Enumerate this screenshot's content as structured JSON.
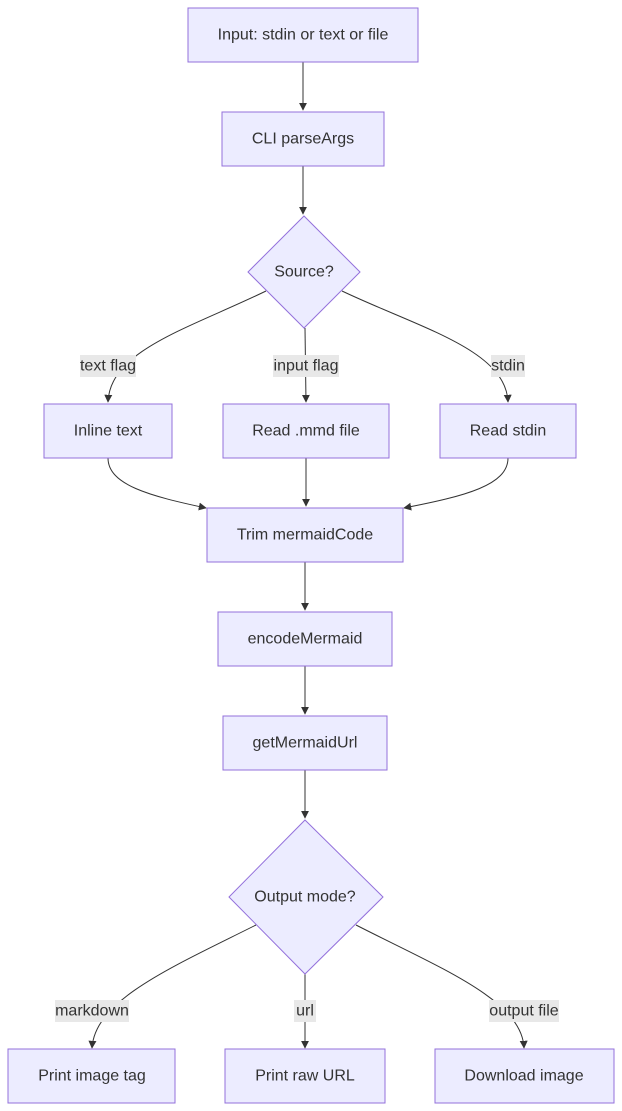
{
  "diagram": {
    "nodes": {
      "input": "Input: stdin or text or file",
      "cli": "CLI parseArgs",
      "source": "Source?",
      "inline": "Inline text",
      "readmmd": "Read .mmd file",
      "readstdin": "Read stdin",
      "trim": "Trim mermaidCode",
      "encode": "encodeMermaid",
      "geturl": "getMermaidUrl",
      "output": "Output mode?",
      "printtag": "Print image tag",
      "printurl": "Print raw URL",
      "download": "Download image"
    },
    "edge_labels": {
      "text_flag": "text flag",
      "input_flag": "input flag",
      "stdin": "stdin",
      "markdown": "markdown",
      "url": "url",
      "output_file": "output file"
    },
    "colors": {
      "node_fill": "#ececff",
      "node_stroke": "#9370db",
      "edge": "#333333",
      "label_bg": "#e8e8e8"
    }
  }
}
